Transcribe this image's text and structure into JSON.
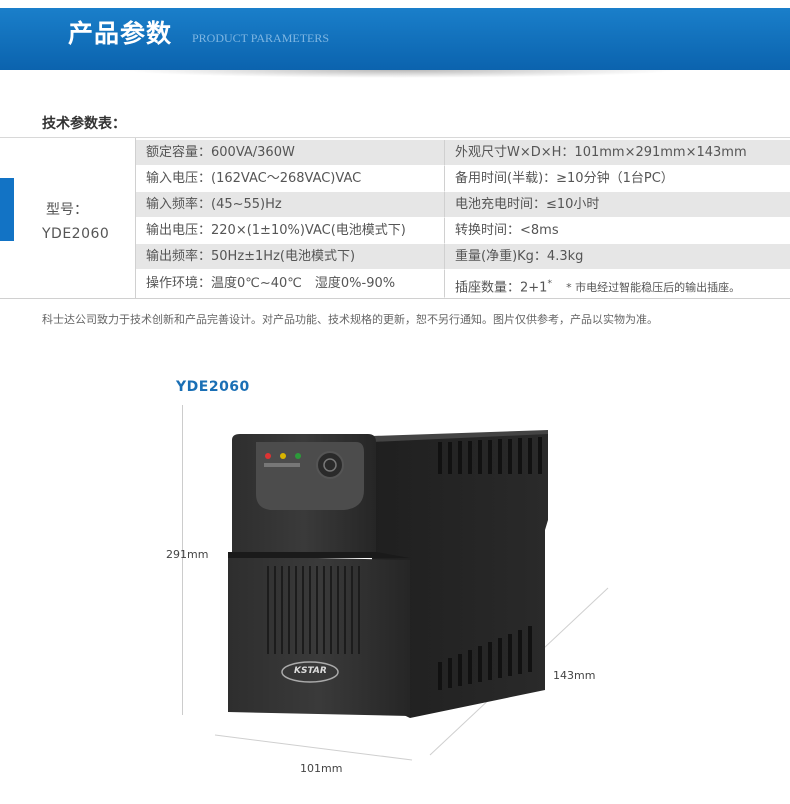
{
  "header": {
    "title": "产品参数",
    "subtitle": "PRODUCT PARAMETERS"
  },
  "table_title": "技术参数表：",
  "model": {
    "label": "型号：",
    "value": "YDE2060"
  },
  "specs": [
    {
      "left": "额定容量：600VA/360W",
      "right": "外观尺寸W×D×H：101mm×291mm×143mm"
    },
    {
      "left": "输入电压：(162VAC～268VAC)VAC",
      "right": "备用时间(半载)：≥10分钟（1台PC）"
    },
    {
      "left": "输入频率：(45~55)Hz",
      "right": "电池充电时间：≤10小时"
    },
    {
      "left": "输出电压：220×(1±10%)VAC(电池模式下)",
      "right": "转换时间：<8ms"
    },
    {
      "left": "输出频率：50Hz±1Hz(电池模式下)",
      "right": "重量(净重)Kg：4.3kg"
    },
    {
      "left": "操作环境：温度0℃~40℃　湿度0%-90%",
      "right": "插座数量：2+1",
      "right_sup": "*",
      "right_note": "* 市电经过智能稳压后的输出插座。"
    }
  ],
  "disclaimer": "科士达公司致力于技术创新和产品完善设计。对产品功能、技术规格的更新，恕不另行通知。图片仅供参考，产品以实物为准。",
  "product": {
    "model_label": "YDE2060",
    "brand": "KSTAR",
    "dim_height": "291mm",
    "dim_depth": "143mm",
    "dim_width": "101mm"
  },
  "colors": {
    "header_blue": "#0b6ab5",
    "accent_blue": "#1273c5",
    "row_gray": "#e6e6e6"
  }
}
